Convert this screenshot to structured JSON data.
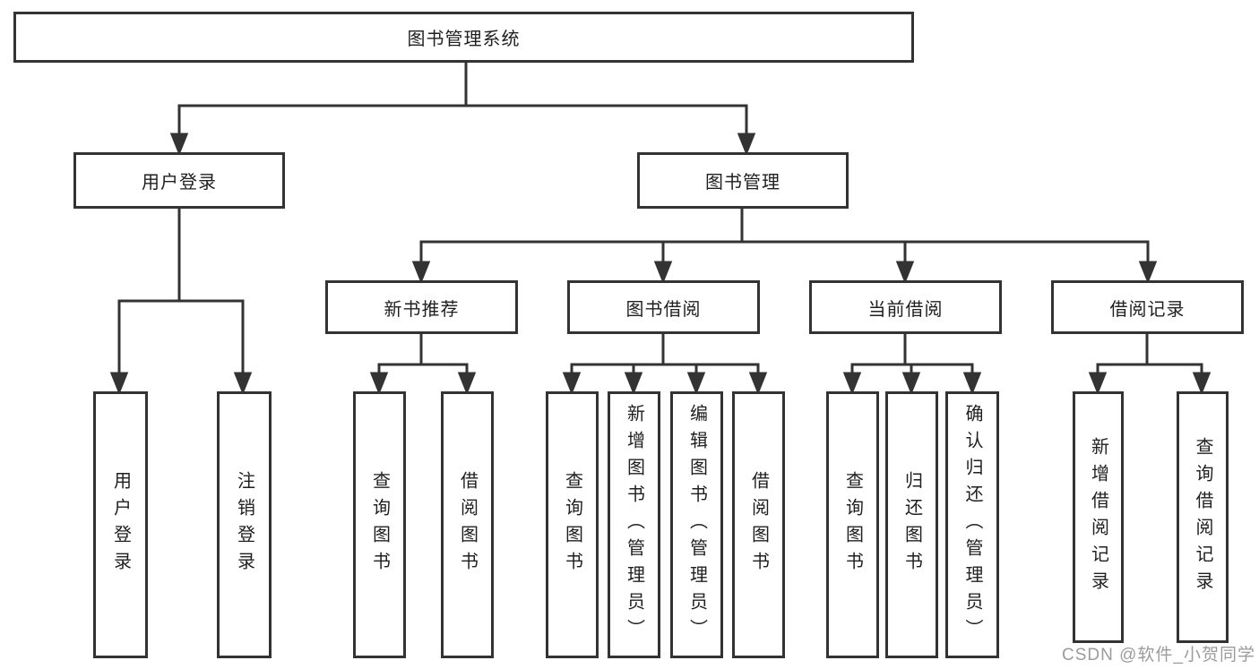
{
  "diagram": {
    "root": {
      "label": "图书管理系统"
    },
    "level2": [
      {
        "label": "用户登录"
      },
      {
        "label": "图书管理"
      }
    ],
    "level3": [
      {
        "label": "新书推荐"
      },
      {
        "label": "图书借阅"
      },
      {
        "label": "当前借阅"
      },
      {
        "label": "借阅记录"
      }
    ],
    "leaves": [
      {
        "label": "用户登录"
      },
      {
        "label": "注销登录"
      },
      {
        "label": "查询图书"
      },
      {
        "label": "借阅图书"
      },
      {
        "label": "查询图书"
      },
      {
        "label": "新增图书（管理员）"
      },
      {
        "label": "编辑图书（管理员）"
      },
      {
        "label": "借阅图书"
      },
      {
        "label": "查询图书"
      },
      {
        "label": "归还图书"
      },
      {
        "label": "确认归还（管理员）"
      },
      {
        "label": "新增借阅记录"
      },
      {
        "label": "查询借阅记录"
      }
    ],
    "watermark": "CSDN @软件_小贺同学",
    "colors": {
      "line": "#333333",
      "box_border": "#333333",
      "text": "#1f1f1f",
      "watermark": "#9b9b9b",
      "background": "#ffffff"
    }
  }
}
